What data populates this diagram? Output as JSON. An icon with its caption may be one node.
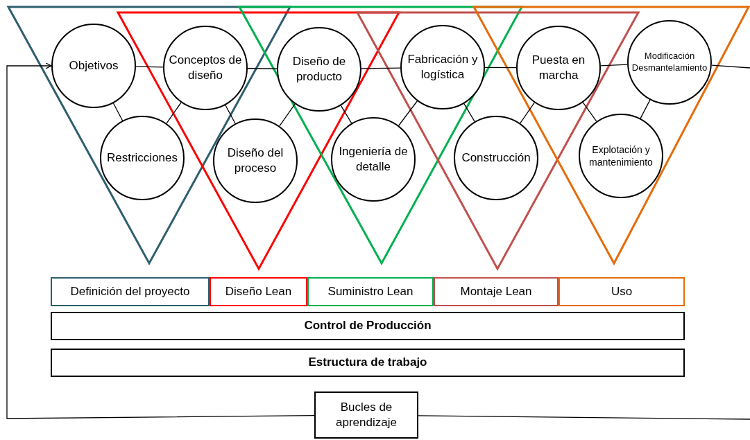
{
  "diagram": {
    "nodes": [
      {
        "text": [
          "Objetivos"
        ]
      },
      {
        "text": [
          "Conceptos de diseño"
        ]
      },
      {
        "text": [
          "Restricciones"
        ]
      },
      {
        "text": [
          "Diseño de producto"
        ]
      },
      {
        "text": [
          "Diseño del proceso"
        ]
      },
      {
        "text": [
          "Fabricación y logística"
        ]
      },
      {
        "text": [
          "Ingeniería de detalle"
        ]
      },
      {
        "text": [
          "Puesta en marcha"
        ]
      },
      {
        "text": [
          "Construcción"
        ]
      },
      {
        "text": [
          "Modificación Desmantelamiento"
        ]
      },
      {
        "text": [
          "Explotación y mantenimiento"
        ]
      },
      {
        "text": [
          "Definición del proyecto"
        ]
      },
      {
        "text": [
          "Diseño Lean"
        ]
      },
      {
        "text": [
          "Suministro Lean"
        ]
      },
      {
        "text": [
          "Montaje Lean"
        ]
      },
      {
        "text": [
          "Uso"
        ]
      },
      {
        "text": [
          "Control de Producción"
        ]
      },
      {
        "text": [
          "Estructura de trabajo"
        ]
      },
      {
        "text": [
          "Bucles de aprendizaje"
        ]
      }
    ],
    "edges": [
      {
        "from": 0,
        "to": 1,
        "arrow": "none"
      },
      {
        "from": 0,
        "to": 2,
        "arrow": "none"
      },
      {
        "from": 1,
        "to": 2,
        "arrow": "none"
      },
      {
        "from": 1,
        "to": 3,
        "arrow": "none"
      },
      {
        "from": 1,
        "to": 4,
        "arrow": "none"
      },
      {
        "from": 3,
        "to": 4,
        "arrow": "none"
      },
      {
        "from": 3,
        "to": 5,
        "arrow": "none"
      },
      {
        "from": 3,
        "to": 6,
        "arrow": "none"
      },
      {
        "from": 5,
        "to": 6,
        "arrow": "none"
      },
      {
        "from": 5,
        "to": 7,
        "arrow": "none"
      },
      {
        "from": 5,
        "to": 8,
        "arrow": "none"
      },
      {
        "from": 7,
        "to": 8,
        "arrow": "none"
      },
      {
        "from": 7,
        "to": 9,
        "arrow": "none"
      },
      {
        "from": 7,
        "to": 10,
        "arrow": "none"
      },
      {
        "from": 9,
        "to": 10,
        "arrow": "none"
      },
      {
        "from": 9,
        "to": null,
        "arrow": "none"
      },
      {
        "from": null,
        "to": 18,
        "arrow": "none"
      },
      {
        "from": 18,
        "to": 0,
        "arrow": "to"
      }
    ]
  }
}
